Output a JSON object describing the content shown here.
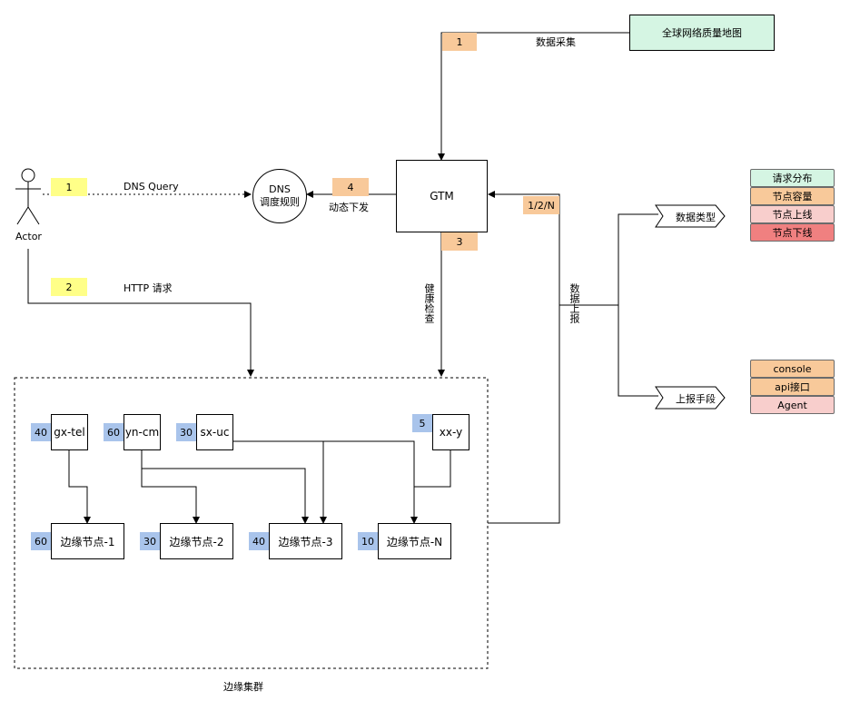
{
  "map_node": {
    "label": "全球网络质量地图",
    "color": "#d5f5e3"
  },
  "tag_collect": "1",
  "collect_label": "数据采集",
  "gtm": {
    "label": "GTM"
  },
  "dns_rule": {
    "line1": "DNS",
    "line2": "调度规则"
  },
  "actor": {
    "label": "Actor"
  },
  "tag_dns_query": "1",
  "dns_query_label": "DNS Query",
  "tag_http": "2",
  "http_label": "HTTP 请求",
  "tag_dispatch": "4",
  "dispatch_label": "动态下发",
  "tag_report_num": "1/2/N",
  "report_label": "数据上报",
  "tag_health": "3",
  "health_label": "健康检查",
  "cluster_label": "边缘集群",
  "sources": [
    {
      "name": "gx-tel",
      "weight": "40"
    },
    {
      "name": "yn-cm",
      "weight": "60"
    },
    {
      "name": "sx-uc",
      "weight": "30"
    },
    {
      "name": "xx-y",
      "weight": "5"
    }
  ],
  "edge_nodes": [
    {
      "name": "边缘节点-1",
      "weight": "60"
    },
    {
      "name": "边缘节点-2",
      "weight": "30"
    },
    {
      "name": "边缘节点-3",
      "weight": "40"
    },
    {
      "name": "边缘节点-N",
      "weight": "10"
    }
  ],
  "data_types": {
    "title": "数据类型",
    "items": [
      {
        "label": "请求分布",
        "color": "#d5f5e3"
      },
      {
        "label": "节点容量",
        "color": "#f8c99a"
      },
      {
        "label": "节点上线",
        "color": "#f8cecc"
      },
      {
        "label": "节点下线",
        "color": "#f08080"
      }
    ]
  },
  "report_methods": {
    "title": "上报手段",
    "items": [
      {
        "label": "console",
        "color": "#f8c99a"
      },
      {
        "label": "api接口",
        "color": "#f8c99a"
      },
      {
        "label": "Agent",
        "color": "#f8cecc"
      }
    ]
  },
  "colors": {
    "orange_tag": "#f8c99a",
    "yellow_tag": "#ffff88",
    "blue_tag": "#a9c4eb"
  }
}
